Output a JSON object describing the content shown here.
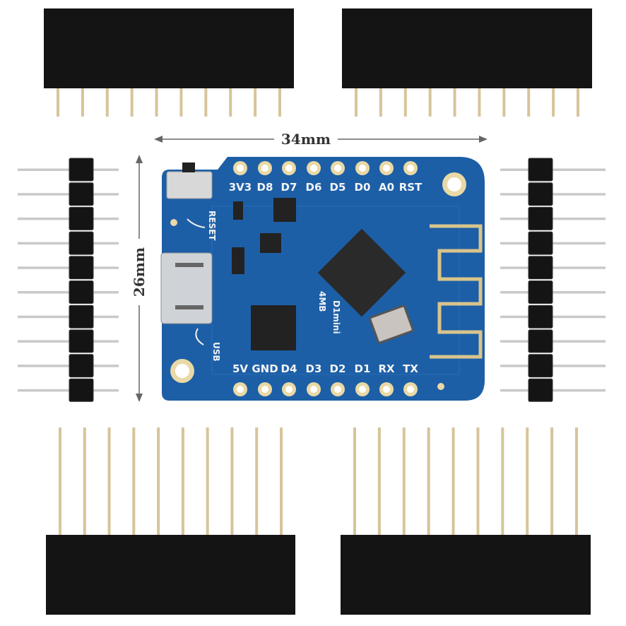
{
  "dimensions": {
    "width_label": "34mm",
    "height_label": "26mm"
  },
  "board": {
    "top_pins": [
      "3V3",
      "D8",
      "D7",
      "D6",
      "D5",
      "D0",
      "A0",
      "RST"
    ],
    "bottom_pins": [
      "5V",
      "GND",
      "D4",
      "D3",
      "D2",
      "D1",
      "RX",
      "TX"
    ],
    "reset_label": "RESET",
    "usb_label": "USB",
    "flash_label": "4MB",
    "model_label": "D1mini"
  },
  "headers": {
    "pin_count": 10
  },
  "colors": {
    "pcb": "#1d5fa6",
    "pad": "#e9d9a6",
    "header_plastic": "#141414",
    "pin_metal": "#d6c59a",
    "antenna": "#d8c48c"
  }
}
